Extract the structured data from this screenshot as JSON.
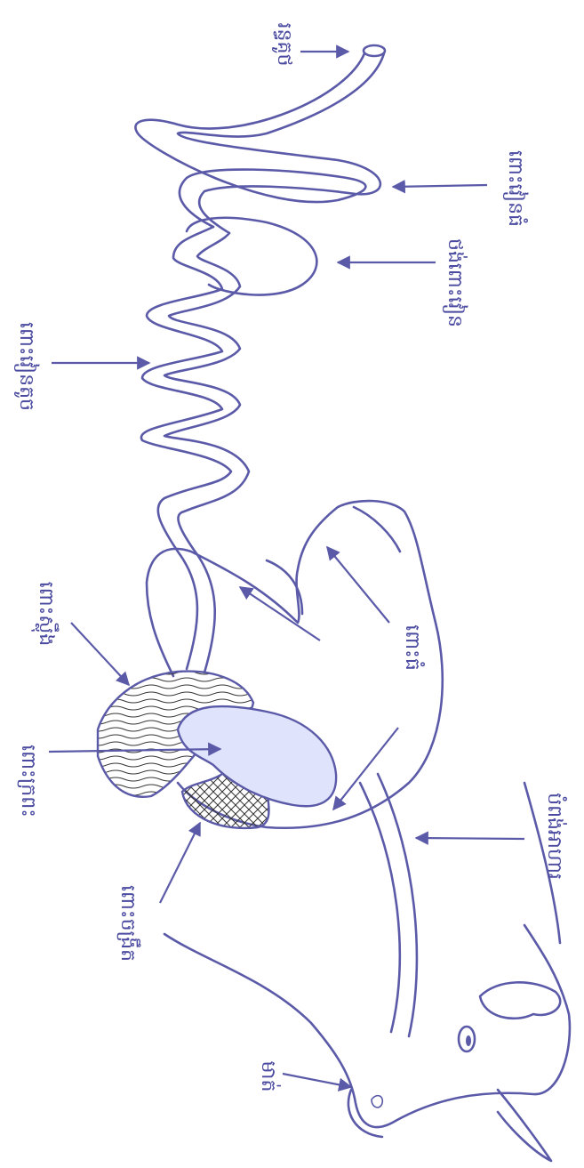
{
  "labels": {
    "anus": "រន្ធគូថ",
    "large_intestine": "ពោះវៀនធំ",
    "cecum": "ថង់ពោះវៀន",
    "small_intestine": "ពោះវៀនតូច",
    "omasum": "ពោះស្ល៉ឹង",
    "abomasum": "ពោះក្រពះ",
    "reticulum": "ពោះចង្រឹត",
    "rumen": "ពោះធំ",
    "esophagus": "បំពង់អាហារ",
    "mouth": "មាត់"
  },
  "colors": {
    "line": "#5a5aa8",
    "abomasum_fill": "#dfe3fb"
  }
}
